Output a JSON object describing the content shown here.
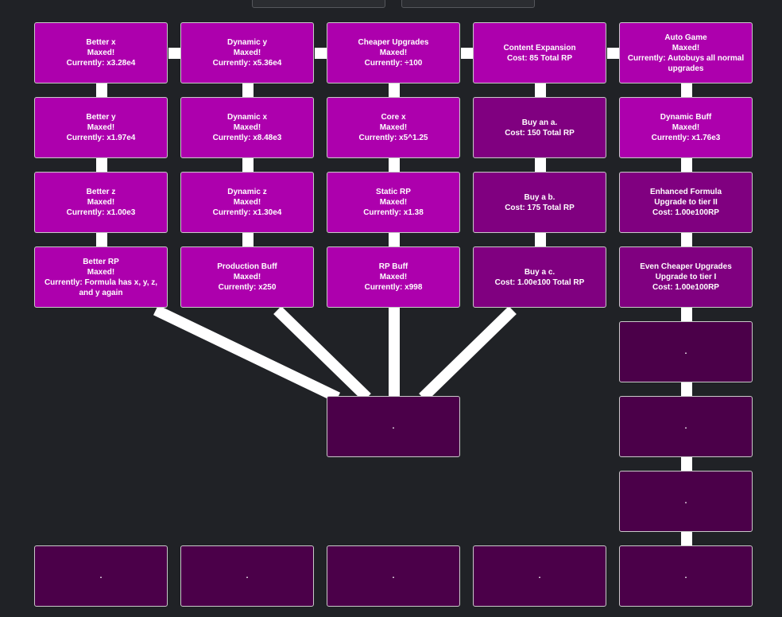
{
  "top_buttons": [
    "",
    ""
  ],
  "colors": {
    "background": "#202226",
    "maxed": "#ad00ad",
    "available": "#800080",
    "locked": "#4b0049",
    "connector": "#ffffff"
  },
  "upgrades": {
    "better_x": {
      "title": "Better x",
      "status": "Maxed!",
      "detail": "Currently: x3.28e4"
    },
    "dynamic_y": {
      "title": "Dynamic y",
      "status": "Maxed!",
      "detail": "Currently: x5.36e4"
    },
    "cheaper_upgrades": {
      "title": "Cheaper Upgrades",
      "status": "Maxed!",
      "detail": "Currently: ÷100"
    },
    "content_expansion": {
      "title": "Content Expansion",
      "detail": "Cost: 85 Total RP"
    },
    "auto_game": {
      "title": "Auto Game",
      "status": "Maxed!",
      "detail": "Currently: Autobuys all normal upgrades"
    },
    "better_y": {
      "title": "Better y",
      "status": "Maxed!",
      "detail": "Currently: x1.97e4"
    },
    "dynamic_x": {
      "title": "Dynamic x",
      "status": "Maxed!",
      "detail": "Currently: x8.48e3"
    },
    "core_x": {
      "title": "Core x",
      "status": "Maxed!",
      "detail": "Currently: x5^1.25"
    },
    "buy_a": {
      "title": "Buy an a.",
      "detail": "Cost: 150 Total RP"
    },
    "dynamic_buff": {
      "title": "Dynamic Buff",
      "status": "Maxed!",
      "detail": "Currently: x1.76e3"
    },
    "better_z": {
      "title": "Better z",
      "status": "Maxed!",
      "detail": "Currently: x1.00e3"
    },
    "dynamic_z": {
      "title": "Dynamic z",
      "status": "Maxed!",
      "detail": "Currently: x1.30e4"
    },
    "static_rp": {
      "title": "Static RP",
      "status": "Maxed!",
      "detail": "Currently: x1.38"
    },
    "buy_b": {
      "title": "Buy a b.",
      "detail": "Cost: 175 Total RP"
    },
    "enhanced_formula": {
      "title": "Enhanced Formula",
      "status": "Upgrade to tier II",
      "detail": "Cost: 1.00e100RP"
    },
    "better_rp": {
      "title": "Better RP",
      "status": "Maxed!",
      "detail": "Currently: Formula has x, y, z, and y again"
    },
    "production_buff": {
      "title": "Production Buff",
      "status": "Maxed!",
      "detail": "Currently: x250"
    },
    "rp_buff": {
      "title": "RP Buff",
      "status": "Maxed!",
      "detail": "Currently: x998"
    },
    "buy_c": {
      "title": "Buy a c.",
      "detail": "Cost: 1.00e100 Total RP"
    },
    "even_cheaper": {
      "title": "Even Cheaper Upgrades",
      "status": "Upgrade to tier I",
      "detail": "Cost: 1.00e100RP"
    }
  },
  "locked_label": "."
}
